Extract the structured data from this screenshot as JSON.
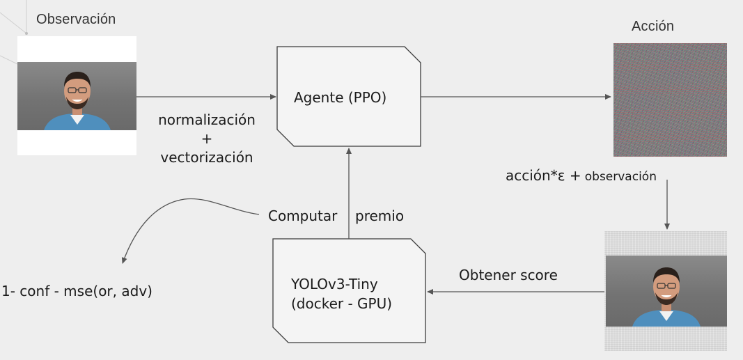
{
  "labels": {
    "observation_title": "Observación",
    "action_title": "Acción",
    "agent": "Agente (PPO)",
    "preprocess_line1": "normalización",
    "preprocess_plus": "+",
    "preprocess_line2": "vectorización",
    "combine_main": "acción*ε +",
    "combine_small": "observación",
    "compute": "Computar",
    "reward": "premio",
    "detector_line1": "YOLOv3-Tiny",
    "detector_line2": "(docker - GPU)",
    "get_score": "Obtener score",
    "formula": "1- conf - mse(or, adv)"
  },
  "colors": {
    "background": "#eeeeee",
    "box_fill": "#f4f4f4",
    "stroke": "#3c3c3c",
    "arrow": "#555555",
    "shirt": "#4f8fbd"
  }
}
